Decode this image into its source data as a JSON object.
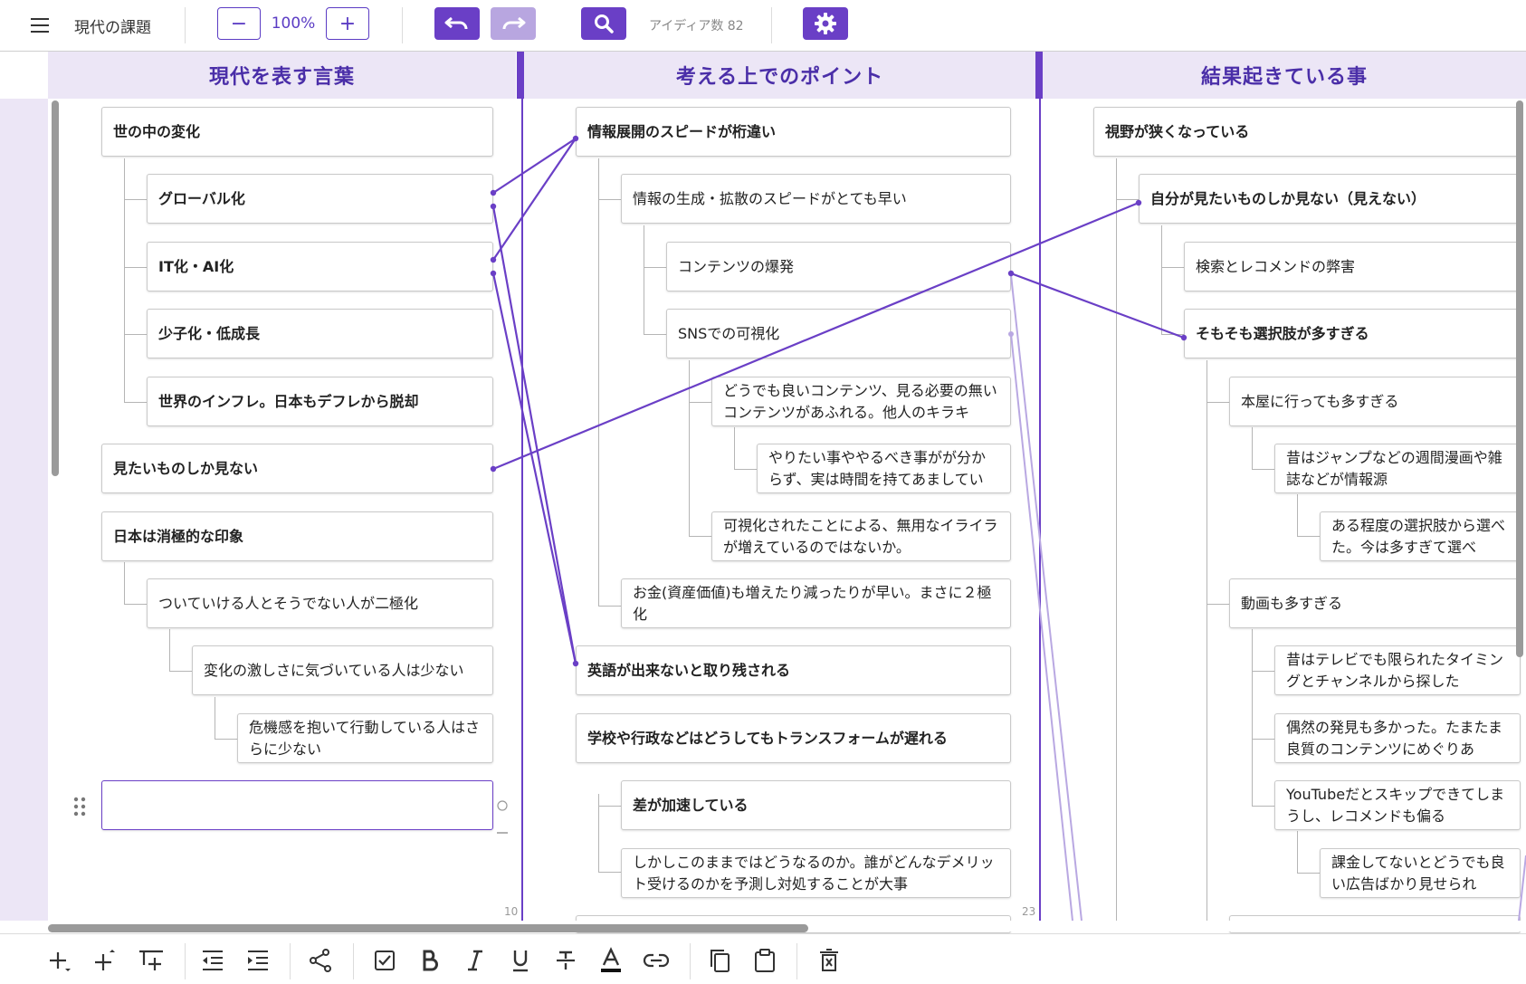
{
  "toolbar": {
    "doc_title": "現代の課題",
    "zoom_minus": "−",
    "zoom": "100%",
    "zoom_plus": "+",
    "idea_count": "アイディア数 82"
  },
  "columns": [
    {
      "title": "現代を表す言葉",
      "number": "10"
    },
    {
      "title": "考える上でのポイント",
      "number": "23"
    },
    {
      "title": "結果起きている事"
    }
  ],
  "col1": [
    "世の中の変化",
    "グローバル化",
    "IT化・AI化",
    "少子化・低成長",
    "世界のインフレ。日本もデフレから脱却",
    "見たいものしか見ない",
    "日本は消極的な印象",
    "ついていける人とそうでない人が二極化",
    "変化の激しさに気づいている人は少ない",
    "危機感を抱いて行動している人はさらに少ない"
  ],
  "col2": [
    "情報展開のスピードが桁違い",
    "情報の生成・拡散のスピードがとても早い",
    "コンテンツの爆発",
    "SNSでの可視化",
    "どうでも良いコンテンツ、見る必要の無いコンテンツがあふれる。他人のキラキ",
    "やりたい事ややるべき事がが分からず、実は時間を持てあましてい",
    "可視化されたことによる、無用なイライラが増えているのではないか。",
    "お金(資産価値)も増えたり減ったりが早い。まさに２極化",
    "英語が出来ないと取り残される",
    "学校や行政などはどうしてもトランスフォームが遅れる",
    "差が加速している",
    "しかしこのままではどうなるのか。誰がどんなデメリット受けるのかを予測し対処することが大事"
  ],
  "col3": [
    "視野が狭くなっている",
    "自分が見たいものしか見ない（見えない）",
    "検索とレコメンドの弊害",
    "そもそも選択肢が多すぎる",
    "本屋に行っても多すぎる",
    "昔はジャンプなどの週間漫画や雑誌などが情報源",
    "ある程度の選択肢から選べた。今は多すぎて選べ",
    "動画も多すぎる",
    "昔はテレビでも限られたタイミングとチャンネルから探した",
    "偶然の発見も多かった。たまたま良質のコンテンツにめぐりあ",
    "YouTubeだとスキップできてしまうし、レコメンドも偏る",
    "課金してないとどうでも良い広告ばかり見せられ"
  ],
  "colors": {
    "accent": "#6a3fc6",
    "header_bg": "#ece6f6",
    "link_light": "#b9a8e2"
  },
  "icons": {
    "top": [
      "menu-icon",
      "undo-icon",
      "redo-icon",
      "search-icon",
      "gear-icon"
    ],
    "bottom": [
      "add-sibling-icon",
      "add-child-icon",
      "add-column-icon",
      "outdent-icon",
      "indent-icon",
      "link-node-icon",
      "checkbox-icon",
      "bold-icon",
      "italic-icon",
      "underline-icon",
      "strikethrough-icon",
      "text-color-icon",
      "hyperlink-icon",
      "copy-icon",
      "paste-icon",
      "delete-icon"
    ]
  }
}
